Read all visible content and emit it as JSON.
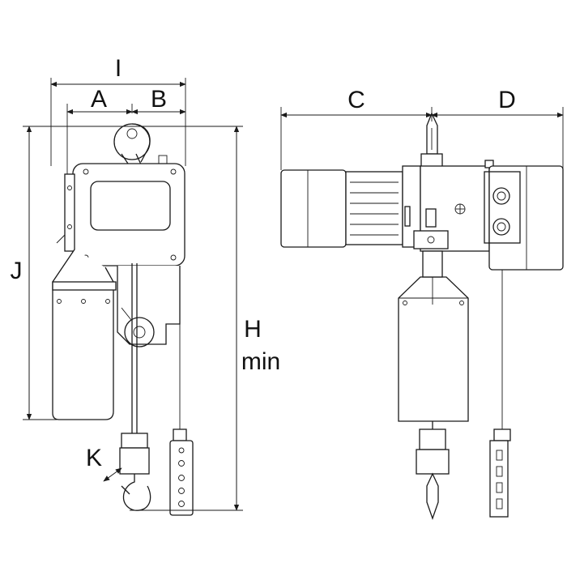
{
  "labels": {
    "I": "I",
    "A": "A",
    "B": "B",
    "C": "C",
    "D": "D",
    "J": "J",
    "H": "H",
    "min": "min",
    "K": "K"
  }
}
